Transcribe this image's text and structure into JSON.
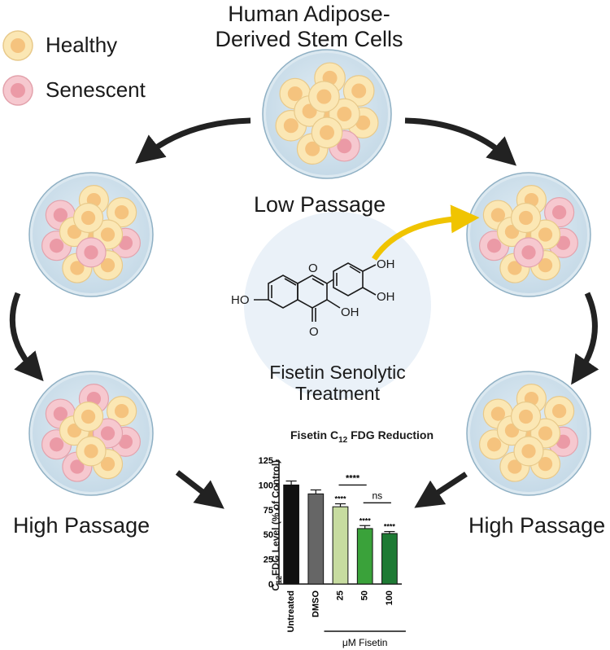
{
  "title": {
    "line1": "Human Adipose-",
    "line2": "Derived Stem Cells"
  },
  "legend": {
    "healthy": "Healthy",
    "senescent": "Senescent"
  },
  "labels": {
    "low_passage": "Low Passage",
    "high_passage_left": "High Passage",
    "high_passage_right": "High Passage",
    "treatment_line1": "Fisetin Senolytic",
    "treatment_line2": "Treatment"
  },
  "molecule": {
    "oh1": "OH",
    "oh2": "OH",
    "oh3": "HO",
    "oh4": "OH",
    "o_ring": "O",
    "o_keto": "O"
  },
  "colors": {
    "healthy_fill": "#fbe7b4",
    "healthy_nucleus": "#f5c37e",
    "senescent_fill": "#f6c8cf",
    "senescent_nucleus": "#eb9aa6",
    "dish": "#cfe3ee",
    "dish_rim": "#8fb0c4",
    "arrow": "#222222",
    "treatment_arrow": "#f0c400",
    "circle_bg": "#eaf1f8"
  },
  "chart_data": {
    "type": "bar",
    "title_main": "Fisetin C",
    "title_sub": "12",
    "title_end": "FDG Reduction",
    "ylabel_main": "C",
    "ylabel_sub": "12",
    "ylabel_end": "FDG Level (% of Control)",
    "xgroup_label": "μM Fisetin",
    "categories": [
      "Untreated",
      "DMSO",
      "25",
      "50",
      "100"
    ],
    "values": [
      100,
      91,
      78,
      56,
      51
    ],
    "errors": [
      4,
      4,
      3,
      3,
      2
    ],
    "bar_colors": [
      "#111111",
      "#666666",
      "#c7dca0",
      "#3aa23a",
      "#1e7a34"
    ],
    "significance": [
      "",
      "",
      "****",
      "****",
      "****"
    ],
    "comparisons": [
      {
        "from": 2,
        "to": 3,
        "label": "****"
      },
      {
        "from": 3,
        "to": 4,
        "label": "ns"
      }
    ],
    "yticks": [
      0,
      25,
      50,
      75,
      100,
      125
    ],
    "ylim": [
      0,
      125
    ]
  }
}
